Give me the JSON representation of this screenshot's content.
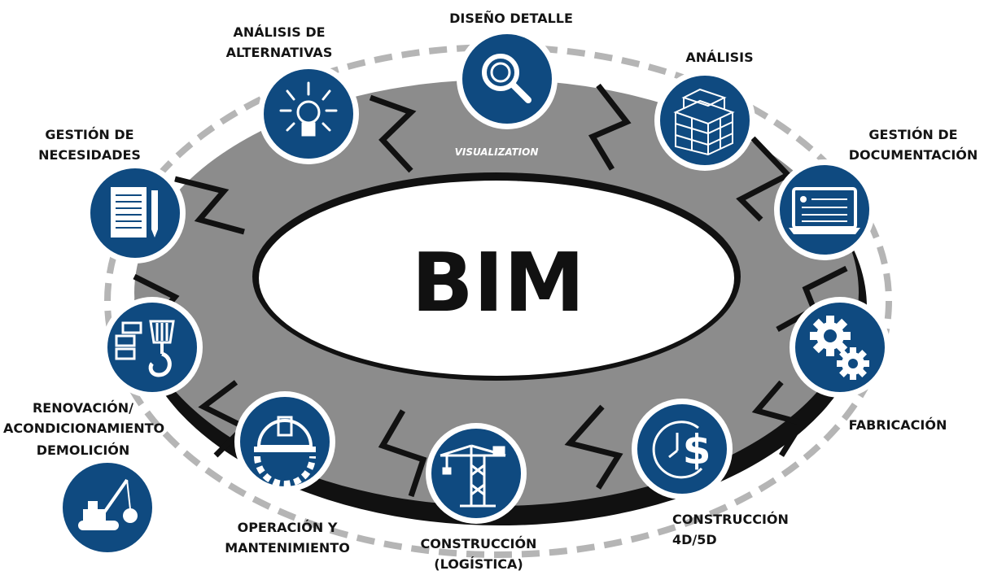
{
  "diagram": {
    "center_label": "BIM",
    "ring_label": "VISUALIZATION",
    "colors": {
      "node_blue": "#0f4a80",
      "ring_gray": "#8a8a8a",
      "ring_edge": "#111111",
      "dash_gray": "#b5b5b5",
      "icon_white": "#ffffff",
      "text": "#141414"
    },
    "stages": [
      {
        "id": "diseno",
        "lines": [
          "DISEÑO DETALLE"
        ],
        "icon": "magnifier-icon"
      },
      {
        "id": "analisis",
        "lines": [
          "ANÁLISIS"
        ],
        "icon": "building-frame-icon"
      },
      {
        "id": "documentacion",
        "lines": [
          "GESTIÓN DE",
          "DOCUMENTACIÓN"
        ],
        "icon": "monitor-document-icon"
      },
      {
        "id": "fabricacion",
        "lines": [
          "FABRICACIÓN"
        ],
        "icon": "gears-icon"
      },
      {
        "id": "construccion45d",
        "lines": [
          "CONSTRUCCIÓN",
          "4D/5D"
        ],
        "icon": "clock-dollar-icon"
      },
      {
        "id": "logistica",
        "lines": [
          "CONSTRUCCIÓN",
          "(LOGÍSTICA)"
        ],
        "icon": "tower-crane-icon"
      },
      {
        "id": "operacion",
        "lines": [
          "OPERACIÓN Y",
          "MANTENIMIENTO"
        ],
        "icon": "hardhat-gear-icon"
      },
      {
        "id": "demolicion",
        "lines": [
          "DEMOLICIÓN"
        ],
        "icon": "wrecking-crane-icon"
      },
      {
        "id": "renovacion",
        "lines": [
          "RENOVACIÓN/",
          "ACONDICIONAMIENTO"
        ],
        "icon": "crane-hook-bricks-icon"
      },
      {
        "id": "necesidades",
        "lines": [
          "GESTIÓN DE",
          "NECESIDADES"
        ],
        "icon": "notepad-pencil-icon"
      },
      {
        "id": "alternativas",
        "lines": [
          "ANÁLISIS DE",
          "ALTERNATIVAS"
        ],
        "icon": "lightbulb-icon"
      }
    ]
  }
}
